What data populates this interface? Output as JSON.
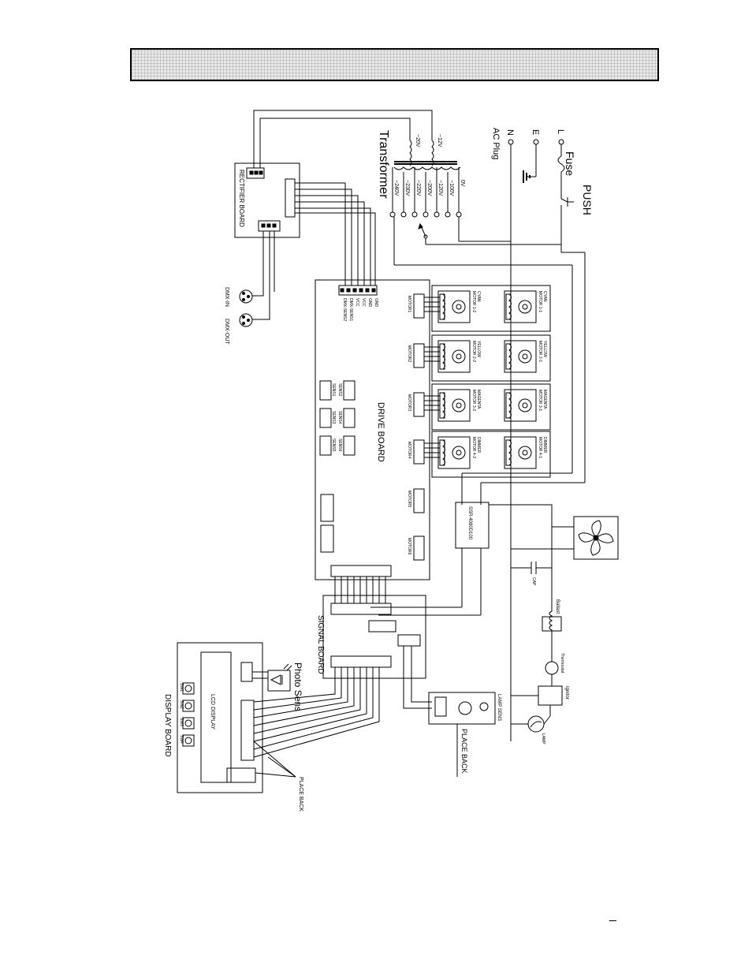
{
  "header": {
    "title": ""
  },
  "labels": {
    "transformer": "Transformer",
    "push": "PUSH",
    "fuse": "Fuse",
    "ac_plug": "AC Plug",
    "line_l": "L",
    "line_e": "E",
    "line_n": "N",
    "rectifier_board": "RECTIFIER BOARD",
    "dmx_in": "DMX-IN",
    "dmx_out": "DMX-OUT",
    "drive_board": "DRIVE BOARD",
    "signal_board": "SIGNAL BOARD",
    "display_board": "DISPLAY BOARD",
    "lcd_display": "LCD DISPLAY",
    "photo_sens": "Photo Sens",
    "place_back_1": "PLACE BACK",
    "place_back_2": "PLACE BACK",
    "lamp_sens": "LAMP SENS",
    "ssr": "SSR-4080D100",
    "cap": "CAP",
    "ballast": "Ballast",
    "thermostat": "Thermostat",
    "ignitor": "Ignitor",
    "lamp": "LAMP",
    "page_mark": "_"
  },
  "secondary_taps": [
    "~20V",
    "~12V"
  ],
  "primary_taps": [
    "~240V",
    "~230V",
    "~220V",
    "~200V",
    "~120V",
    "~100V",
    "0V"
  ],
  "drive_pins": [
    "DMX-SENS2",
    "DMX-SENS1",
    "VCC",
    "VCC",
    "GND",
    "GND"
  ],
  "motors": [
    {
      "header": "MOTOR1",
      "m1": "MOTOR 1-1",
      "m1_desc": "CYAN",
      "m2": "MOTOR 1-2",
      "m2_desc": "CYAN"
    },
    {
      "header": "MOTOR2",
      "m1": "MOTOR 2-1",
      "m1_desc": "YELLOW",
      "m2": "MOTOR 2-2",
      "m2_desc": "YELLOW"
    },
    {
      "header": "MOTOR3",
      "m1": "MOTOR 3-1",
      "m1_desc": "MAGENTA",
      "m2": "MOTOR 3-2",
      "m2_desc": "MAGENTA"
    },
    {
      "header": "MOTOR4",
      "m1": "MOTOR 4-1",
      "m1_desc": "DIMMER",
      "m2": "MOTOR 4-2",
      "m2_desc": "DIMMER"
    }
  ],
  "spare_motors": [
    "MOTOR5",
    "MOTOR6"
  ],
  "sensors": [
    "SENS1",
    "SENS2",
    "SENS3",
    "SENS4",
    "SENS5",
    "SENS6"
  ],
  "display_keys": [
    "SW1",
    "SW2",
    "SW3",
    "SW4"
  ],
  "colors": {
    "line": "#000000",
    "header_bg": "#e9e9e9"
  }
}
